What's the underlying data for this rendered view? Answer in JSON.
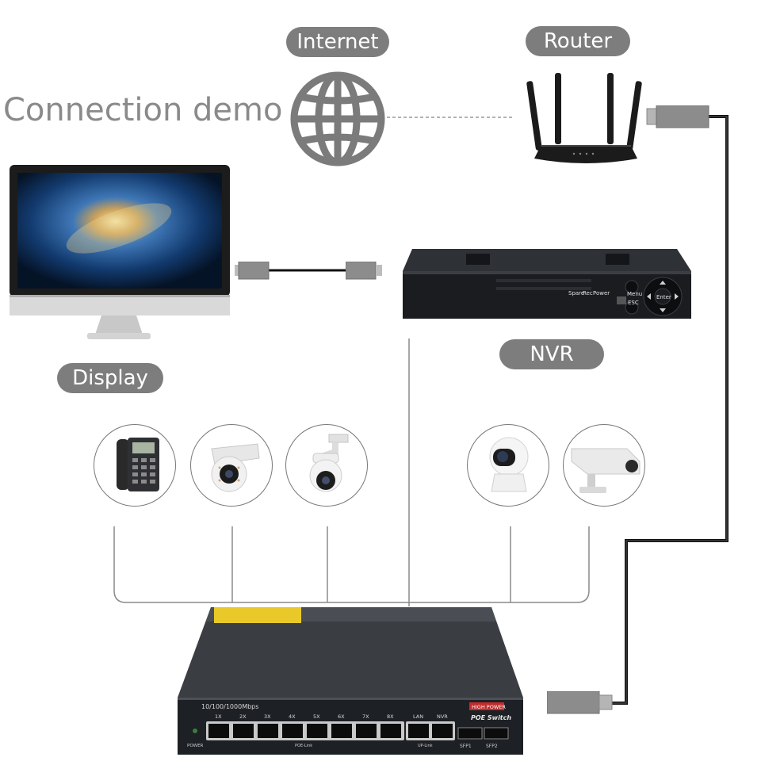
{
  "diagram": {
    "title": "Connection demo",
    "labels": {
      "internet": "Internet",
      "router": "Router",
      "display": "Display",
      "nvr": "NVR"
    },
    "switch_panel": {
      "speed": "10/100/1000Mbps",
      "ports": [
        "1X",
        "2X",
        "3X",
        "4X",
        "5X",
        "6X",
        "7X",
        "8X"
      ],
      "uplink_ports": [
        "LAN",
        "NVR"
      ],
      "sfp_ports": [
        "SFP1",
        "SFP2"
      ],
      "badge_top": "HIGH POWER",
      "badge_bottom": "POE Switch",
      "power_label": "POWER",
      "poe_group_label": "POE-Link",
      "up_group_label": "UP-Link"
    },
    "nvr_panel": {
      "buttons": [
        "Spare",
        "Rec",
        "Power"
      ],
      "menu": "Menu",
      "esc": "ESC",
      "enter": "Enter"
    },
    "devices": [
      "ip-phone",
      "dome-camera",
      "ptz-camera",
      "home-camera",
      "bullet-camera"
    ],
    "colors": {
      "label_bg": "#7d7d7d",
      "line": "#8a8a8a",
      "cable": "#111111",
      "device_dark": "#1e2126"
    }
  }
}
